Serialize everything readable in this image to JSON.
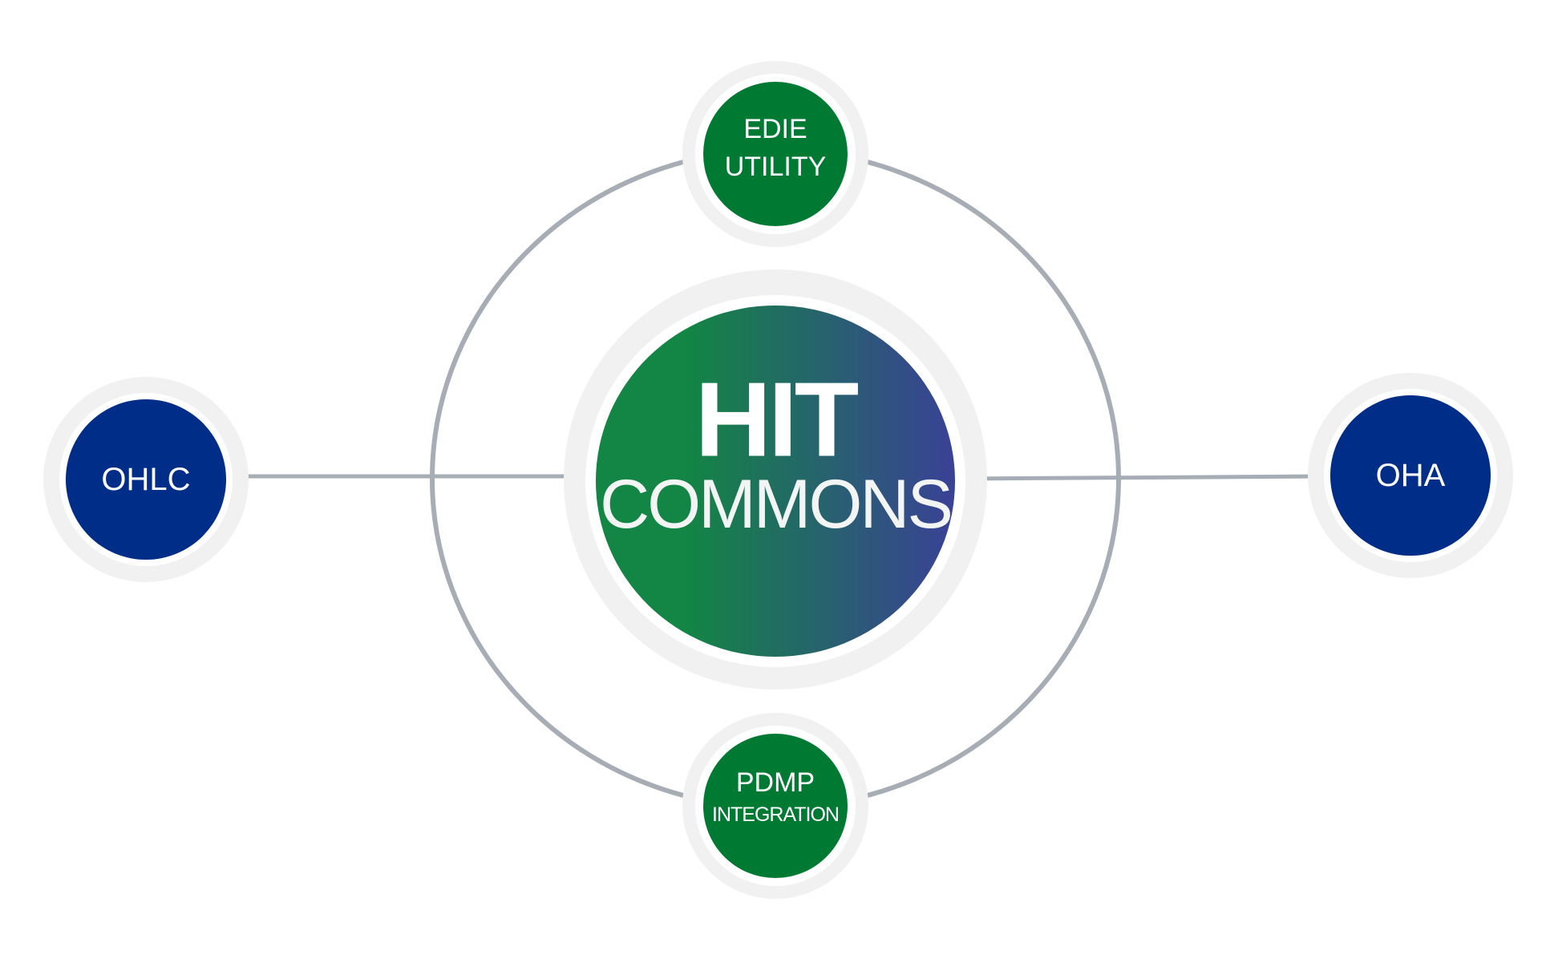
{
  "diagram": {
    "center": {
      "line1": "HIT",
      "line2": "COMMONS"
    },
    "nodes": {
      "top": {
        "line1": "EDIE",
        "line2": "UTILITY"
      },
      "bottom": {
        "line1": "PDMP",
        "line2": "INTEGRATION"
      },
      "left": {
        "label": "OHLC"
      },
      "right": {
        "label": "OHA"
      }
    },
    "colors": {
      "green": "#007A33",
      "navy": "#002D87",
      "gradient_start": "#138544",
      "gradient_end": "#3A4196",
      "orbit": "#A6ADB5",
      "halo": "#F1F1F1"
    }
  }
}
